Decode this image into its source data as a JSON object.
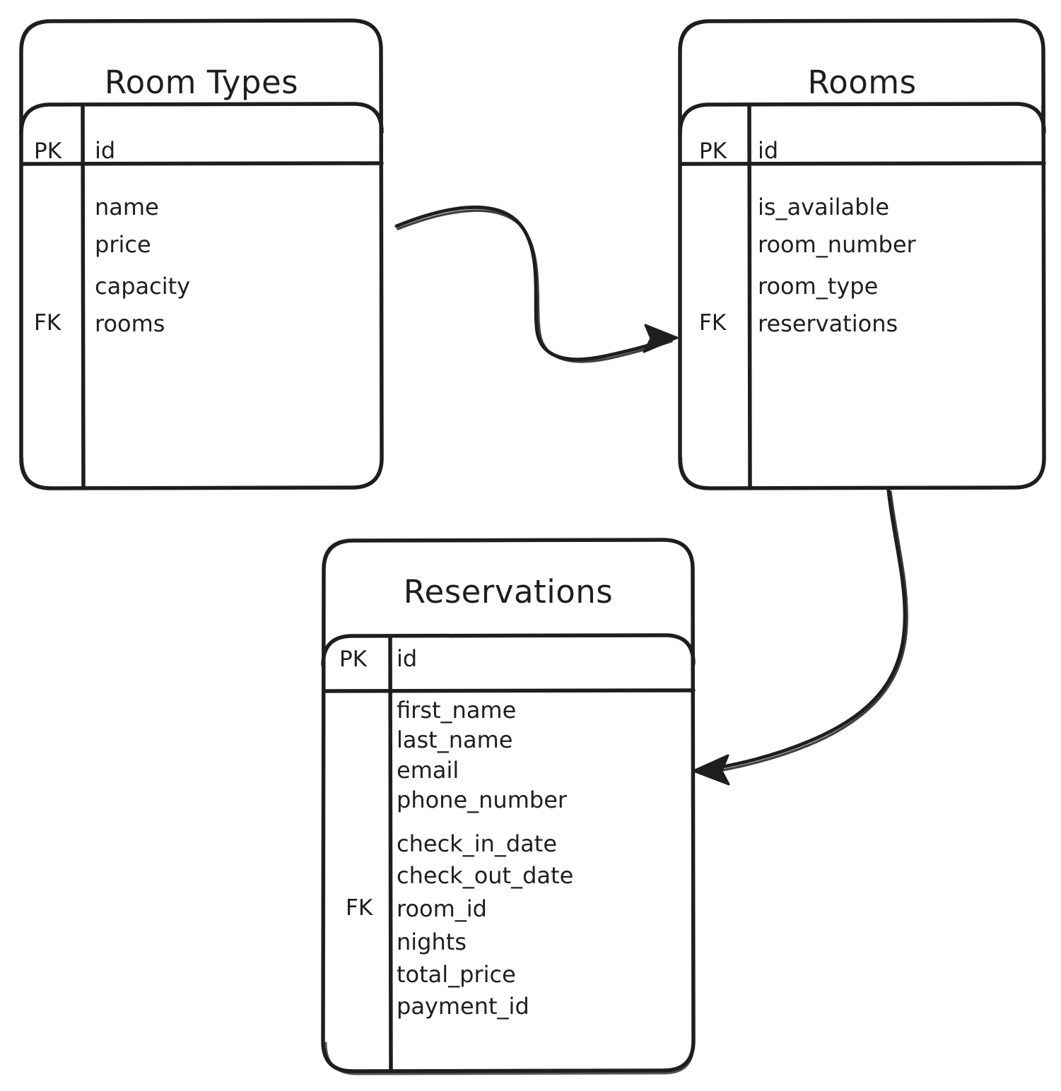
{
  "diagram": {
    "type": "entity-relationship-diagram",
    "style": "hand-drawn-sketch",
    "stroke_color": "#1e1e1e",
    "background_color": "#ffffff",
    "entities": [
      {
        "id": "room-types",
        "title": "Room Types",
        "pk_label": "PK",
        "pk_field": "id",
        "fk_label": "FK",
        "fields": [
          "name",
          "price",
          "capacity",
          "rooms"
        ],
        "fk_field": "rooms"
      },
      {
        "id": "rooms",
        "title": "Rooms",
        "pk_label": "PK",
        "pk_field": "id",
        "fk_label": "FK",
        "fields": [
          "is_available",
          "room_number",
          "room_type",
          "reservations"
        ],
        "fk_field": "reservations"
      },
      {
        "id": "reservations",
        "title": "Reservations",
        "pk_label": "PK",
        "pk_field": "id",
        "fk_label": "FK",
        "fields": [
          "first_name",
          "last_name",
          "email",
          "phone_number",
          "check_in_date",
          "check_out_date",
          "room_id",
          "nights",
          "total_price",
          "payment_id"
        ],
        "fk_field": "room_id"
      }
    ],
    "relationships": [
      {
        "id": "room-types-to-rooms",
        "from": "Room Types",
        "to": "Rooms",
        "arrow": "arrowhead-right"
      },
      {
        "id": "rooms-to-reservations",
        "from": "Rooms",
        "to": "Reservations",
        "arrow": "arrowhead-left"
      }
    ]
  }
}
